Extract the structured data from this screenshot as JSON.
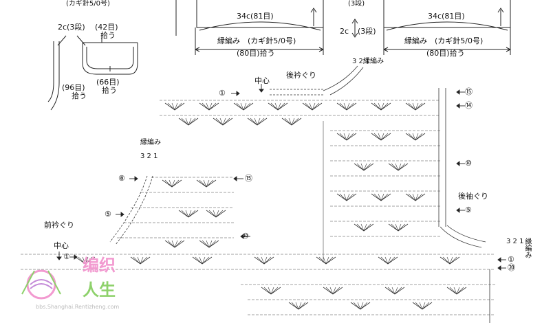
{
  "top_left": {
    "hook_label": "(カギ針5/0号)",
    "side_count": "2c(3段)",
    "pickup_42": "(42目)",
    "pickup_42_b": "拾う",
    "pickup_66": "(66目)",
    "pickup_66_b": "拾う",
    "pickup_96": "(96目)",
    "pickup_96_b": "拾う"
  },
  "top_mid": {
    "width_label": "34c(81目)",
    "edge_label": "縁編み　(カギ針5/0号)",
    "pickup_label": "(80目)拾う"
  },
  "top_right": {
    "rows_top": "(3段)",
    "side_2c": "2c",
    "side_3": "(3段)",
    "width_label": "34c(81目)",
    "edge_label": "縁編み　(カギ針5/0号)",
    "pickup_label": "(80目)拾う"
  },
  "chart": {
    "back_neck": "後衿ぐり",
    "center_back": "中心",
    "front_neck": "前衿ぐり",
    "center_front": "中心",
    "armhole": "後袖ぐり",
    "edging_top": "縁編み",
    "edging_left": "縁編み",
    "edging_right": "縁編み",
    "row_nums_top": "3 2 1",
    "row_nums_left": "3 2 1",
    "row_nums_right": "3 2 1",
    "row_1": "①",
    "row_5": "⑤",
    "row_8": "⑧",
    "row_10": "⑩",
    "row_14": "⑭",
    "row_15": "⑮",
    "row_20": "⑳"
  },
  "watermark": {
    "site": "bbs.Shanghai.Rentizheng.com",
    "text_a": "编织",
    "text_b": "人生"
  }
}
